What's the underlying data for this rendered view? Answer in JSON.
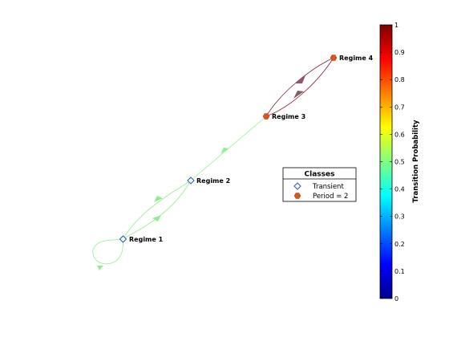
{
  "nodes": [
    {
      "label": "Regime 1",
      "class": "Transient"
    },
    {
      "label": "Regime 2",
      "class": "Transient"
    },
    {
      "label": "Regime 3",
      "class": "Period = 2"
    },
    {
      "label": "Regime 4",
      "class": "Period = 2"
    }
  ],
  "edges": [
    {
      "from": "Regime 1",
      "to": "Regime 1",
      "probability": 0.5,
      "color": "#90ee90"
    },
    {
      "from": "Regime 1",
      "to": "Regime 2",
      "probability": 0.5,
      "color": "#90ee90"
    },
    {
      "from": "Regime 2",
      "to": "Regime 1",
      "probability": 0.5,
      "color": "#90ee90"
    },
    {
      "from": "Regime 2",
      "to": "Regime 3",
      "probability": 0.5,
      "color": "#90ee90"
    },
    {
      "from": "Regime 3",
      "to": "Regime 4",
      "probability": 1,
      "color": "#8b1c2c"
    },
    {
      "from": "Regime 4",
      "to": "Regime 3",
      "probability": 1,
      "color": "#8b1c2c"
    }
  ],
  "legend": {
    "title": "Classes",
    "items": [
      {
        "label": "Transient",
        "marker": "open-diamond",
        "color": "#1f5fb0"
      },
      {
        "label": "Period = 2",
        "marker": "filled-hexagon",
        "color": "#d9541a"
      }
    ]
  },
  "colorbar": {
    "label": "Transition Probability",
    "colormap": "jet",
    "ticks": [
      "0",
      "0.1",
      "0.2",
      "0.3",
      "0.4",
      "0.5",
      "0.6",
      "0.7",
      "0.8",
      "0.9",
      "1"
    ]
  },
  "colors": {
    "transient_marker": "#1f5fb0",
    "period_marker": "#d9541a",
    "low_prob_edge": "#90ee90",
    "high_prob_edge": "#8b1c2c"
  }
}
